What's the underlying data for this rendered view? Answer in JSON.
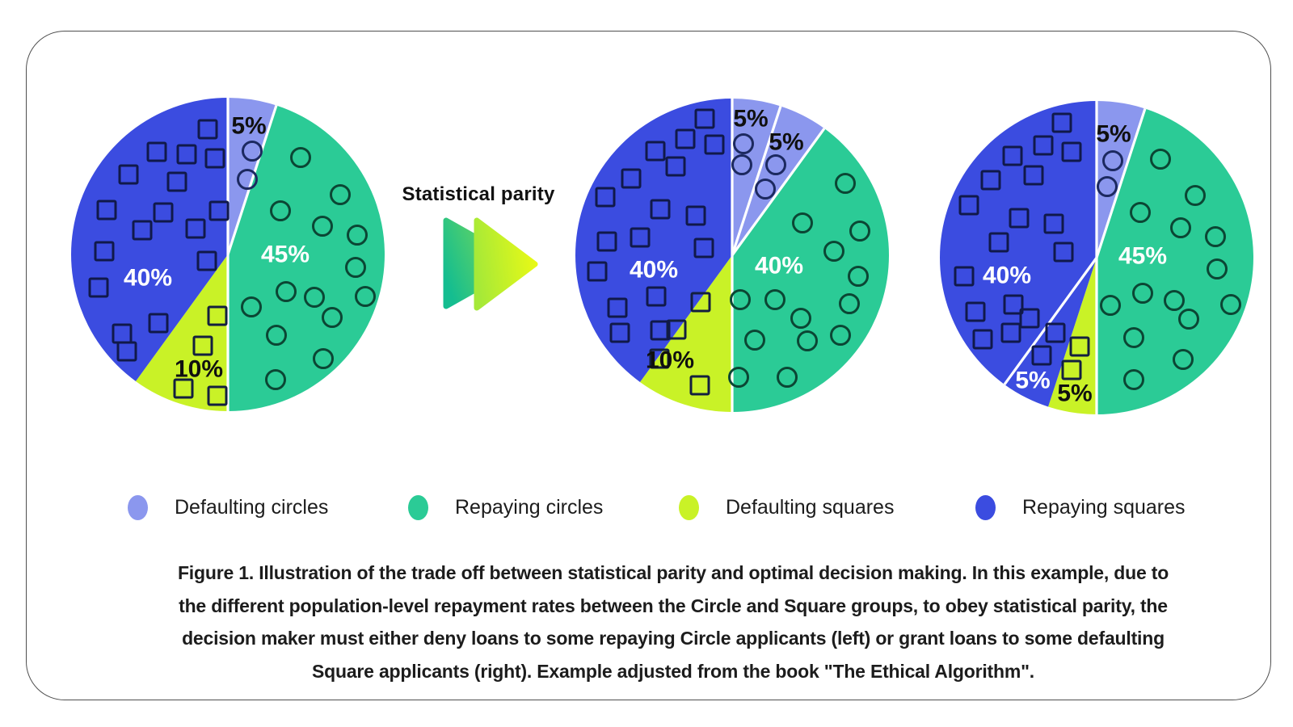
{
  "arrow": {
    "label": "Statistical parity",
    "back_gradient": [
      "#14bd90",
      "#8ce04b"
    ],
    "front_gradient": [
      "#a6e938",
      "#e8f916"
    ]
  },
  "palette": {
    "defaulting_circles": "#8b97ee",
    "repaying_circles": "#2bcb96",
    "defaulting_squares": "#c9f227",
    "repaying_squares": "#3b4ce0"
  },
  "legend": {
    "items": [
      {
        "label": "Defaulting circles",
        "color_key": "defaulting_circles"
      },
      {
        "label": "Repaying circles",
        "color_key": "repaying_circles"
      },
      {
        "label": "Defaulting squares",
        "color_key": "defaulting_squares"
      },
      {
        "label": "Repaying squares",
        "color_key": "repaying_squares"
      }
    ]
  },
  "caption": {
    "lines": [
      "Figure 1. Illustration of the trade off between statistical parity and optimal decision making. In this example, due to",
      "the different population-level repayment rates between the Circle and Square groups, to obey statistical parity, the",
      "decision maker must either deny loans to some repaying Circle applicants (left) or grant loans to some defaulting",
      "Square applicants (right). Example adjusted from the book \"The Ethical Algorithm\"."
    ]
  },
  "chart_data": {
    "type": "pie",
    "unit": "percent",
    "radius": 194,
    "pies": [
      {
        "name": "left",
        "dividers": [
          0,
          18,
          180
        ],
        "slices": [
          {
            "group": "defaulting-circles",
            "display": "5%",
            "value": 5,
            "start": 0,
            "end": 18,
            "color_key": "defaulting_circles",
            "label_dx": 26,
            "label_dy": -159,
            "label_color": "#101010",
            "marker": "circle",
            "marker_color": "#1c2960",
            "markers": [
              [
                30,
                -128
              ],
              [
                24,
                -93
              ]
            ]
          },
          {
            "group": "repaying-circles",
            "display": "45%",
            "value": 45,
            "start": 18,
            "end": 180,
            "color_key": "repaying_circles",
            "label_dx": 71,
            "label_dy": 0,
            "label_color": "#ffffff",
            "marker": "circle",
            "marker_color": "#0b4634",
            "markers": [
              [
                90,
                -120
              ],
              [
                139,
                -74
              ],
              [
                65,
                -54
              ],
              [
                117,
                -35
              ],
              [
                160,
                -24
              ],
              [
                158,
                16
              ],
              [
                72,
                46
              ],
              [
                107,
                53
              ],
              [
                170,
                52
              ],
              [
                29,
                65
              ],
              [
                129,
                78
              ],
              [
                60,
                100
              ],
              [
                118,
                129
              ],
              [
                59,
                155
              ]
            ]
          },
          {
            "group": "defaulting-squares",
            "display": "10%",
            "value": 10,
            "start": 180,
            "end": 216,
            "color_key": "defaulting_squares",
            "label_dx": -36,
            "label_dy": 142,
            "label_color": "#101010",
            "marker": "square",
            "marker_color": "#131f3f",
            "markers": [
              [
                -13,
                76
              ],
              [
                -31,
                113
              ],
              [
                -55,
                166
              ],
              [
                -13,
                175
              ]
            ]
          },
          {
            "group": "repaying-squares",
            "display": "40%",
            "value": 40,
            "start": 216,
            "end": 360,
            "color_key": "repaying_squares",
            "label_dx": -99,
            "label_dy": 29,
            "label_color": "#ffffff",
            "marker": "square",
            "marker_color": "#10194a",
            "markers": [
              [
                -25,
                -155
              ],
              [
                -88,
                -127
              ],
              [
                -51,
                -124
              ],
              [
                -16,
                -119
              ],
              [
                -123,
                -99
              ],
              [
                -63,
                -90
              ],
              [
                -150,
                -55
              ],
              [
                -80,
                -52
              ],
              [
                -11,
                -54
              ],
              [
                -106,
                -30
              ],
              [
                -40,
                -32
              ],
              [
                -153,
                -4
              ],
              [
                -26,
                8
              ],
              [
                -160,
                41
              ],
              [
                -86,
                85
              ],
              [
                -131,
                98
              ],
              [
                -125,
                120
              ]
            ]
          }
        ]
      },
      {
        "name": "middle",
        "dividers": [
          0,
          18,
          36,
          180
        ],
        "slices": [
          {
            "group": "defaulting-circles",
            "display": "5%",
            "value": 5,
            "start": 0,
            "end": 18,
            "color_key": "defaulting_circles",
            "label_dx": 23,
            "label_dy": -169,
            "label_color": "#101010",
            "marker": "circle",
            "marker_color": "#1c2960",
            "markers": [
              [
                14,
                -138
              ],
              [
                12,
                -112
              ]
            ]
          },
          {
            "group": "defaulting-circles-2",
            "display": "5%",
            "value": 5,
            "start": 18,
            "end": 36,
            "color_key": "defaulting_circles",
            "label_dx": 67,
            "label_dy": -140,
            "label_color": "#101010",
            "marker": "circle",
            "marker_color": "#1c2960",
            "markers": [
              [
                54,
                -112
              ],
              [
                41,
                -82
              ]
            ]
          },
          {
            "group": "repaying-circles",
            "display": "40%",
            "value": 40,
            "start": 36,
            "end": 180,
            "color_key": "repaying_circles",
            "label_dx": 58,
            "label_dy": 13,
            "label_color": "#ffffff",
            "marker": "circle",
            "marker_color": "#0b4634",
            "markers": [
              [
                140,
                -89
              ],
              [
                87,
                -40
              ],
              [
                158,
                -30
              ],
              [
                126,
                -5
              ],
              [
                156,
                26
              ],
              [
                10,
                55
              ],
              [
                53,
                55
              ],
              [
                145,
                60
              ],
              [
                85,
                78
              ],
              [
                28,
                105
              ],
              [
                93,
                106
              ],
              [
                134,
                99
              ],
              [
                8,
                151
              ],
              [
                68,
                151
              ]
            ]
          },
          {
            "group": "defaulting-squares",
            "display": "10%",
            "value": 10,
            "start": 180,
            "end": 216,
            "color_key": "defaulting_squares",
            "label_dx": -77,
            "label_dy": 130,
            "label_color": "#101010",
            "marker": "square",
            "marker_color": "#131f3f",
            "markers": [
              [
                -39,
                58
              ],
              [
                -69,
                92
              ],
              [
                -40,
                161
              ],
              [
                -90,
                128
              ]
            ]
          },
          {
            "group": "repaying-squares",
            "display": "40%",
            "value": 40,
            "start": 216,
            "end": 360,
            "color_key": "repaying_squares",
            "label_dx": -97,
            "label_dy": 18,
            "label_color": "#ffffff",
            "marker": "square",
            "marker_color": "#10194a",
            "markers": [
              [
                -34,
                -169
              ],
              [
                -58,
                -144
              ],
              [
                -22,
                -137
              ],
              [
                -95,
                -129
              ],
              [
                -70,
                -110
              ],
              [
                -125,
                -95
              ],
              [
                -157,
                -72
              ],
              [
                -89,
                -57
              ],
              [
                -45,
                -49
              ],
              [
                -155,
                -17
              ],
              [
                -114,
                -22
              ],
              [
                -35,
                -9
              ],
              [
                -167,
                20
              ],
              [
                -94,
                51
              ],
              [
                -142,
                65
              ],
              [
                -139,
                96
              ],
              [
                -89,
                93
              ]
            ]
          }
        ]
      },
      {
        "name": "right",
        "dividers": [
          0,
          18,
          180,
          216
        ],
        "slices": [
          {
            "group": "defaulting-circles",
            "display": "5%",
            "value": 5,
            "start": 0,
            "end": 18,
            "color_key": "defaulting_circles",
            "label_dx": 21,
            "label_dy": -153,
            "label_color": "#101010",
            "marker": "circle",
            "marker_color": "#1c2960",
            "markers": [
              [
                20,
                -120
              ],
              [
                13,
                -88
              ]
            ]
          },
          {
            "group": "repaying-circles",
            "display": "45%",
            "value": 45,
            "start": 18,
            "end": 180,
            "color_key": "repaying_circles",
            "label_dx": 57,
            "label_dy": -2,
            "label_color": "#ffffff",
            "marker": "circle",
            "marker_color": "#0b4634",
            "markers": [
              [
                79,
                -122
              ],
              [
                122,
                -77
              ],
              [
                54,
                -56
              ],
              [
                104,
                -37
              ],
              [
                147,
                -26
              ],
              [
                149,
                14
              ],
              [
                57,
                44
              ],
              [
                96,
                53
              ],
              [
                166,
                58
              ],
              [
                17,
                59
              ],
              [
                114,
                76
              ],
              [
                46,
                99
              ],
              [
                107,
                126
              ],
              [
                46,
                151
              ]
            ]
          },
          {
            "group": "defaulting-squares",
            "display": "5%",
            "value": 5,
            "start": 180,
            "end": 198,
            "color_key": "defaulting_squares",
            "label_dx": -27,
            "label_dy": 168,
            "label_color": "#101010",
            "marker": "square",
            "marker_color": "#131f3f",
            "markers": [
              [
                -21,
                110
              ],
              [
                -31,
                139
              ]
            ]
          },
          {
            "group": "repaying-squares-extra",
            "display": "5%",
            "value": 5,
            "start": 198,
            "end": 216,
            "color_key": "repaying_squares",
            "label_dx": -79,
            "label_dy": 152,
            "label_color": "#ffffff",
            "marker": "square",
            "marker_color": "#10194a",
            "markers": [
              [
                -51,
                93
              ],
              [
                -68,
                121
              ]
            ]
          },
          {
            "group": "repaying-squares",
            "display": "40%",
            "value": 40,
            "start": 216,
            "end": 360,
            "color_key": "repaying_squares",
            "label_dx": -111,
            "label_dy": 22,
            "label_color": "#ffffff",
            "marker": "square",
            "marker_color": "#10194a",
            "markers": [
              [
                -43,
                -167
              ],
              [
                -66,
                -139
              ],
              [
                -104,
                -126
              ],
              [
                -31,
                -131
              ],
              [
                -78,
                -102
              ],
              [
                -131,
                -96
              ],
              [
                -96,
                -49
              ],
              [
                -158,
                -65
              ],
              [
                -53,
                -42
              ],
              [
                -121,
                -19
              ],
              [
                -164,
                23
              ],
              [
                -41,
                -7
              ],
              [
                -150,
                67
              ],
              [
                -103,
                58
              ],
              [
                -141,
                101
              ],
              [
                -83,
                75
              ],
              [
                -106,
                93
              ]
            ]
          }
        ]
      }
    ]
  }
}
